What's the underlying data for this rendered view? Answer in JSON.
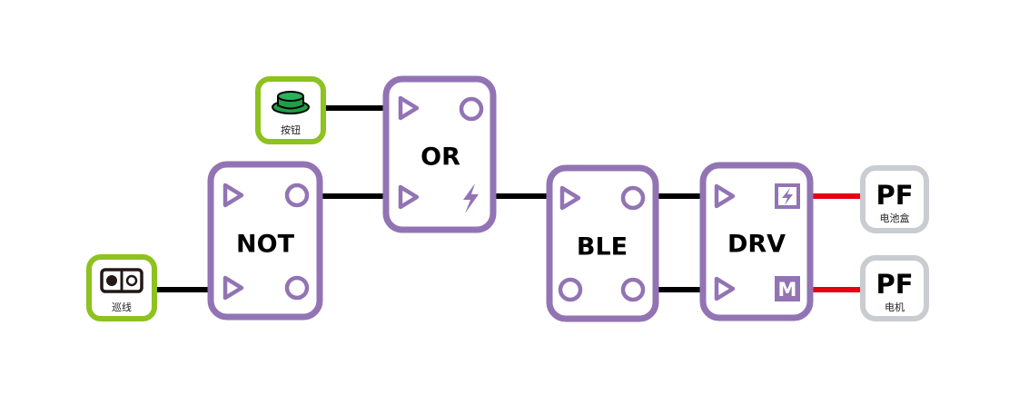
{
  "colors": {
    "block_border": "#9274b4",
    "sensor_border": "#8dc21f",
    "pf_border": "#c9ccd0",
    "wire_signal": "#000000",
    "wire_power": "#e60012",
    "button_green": "#1f9e45"
  },
  "inputs": {
    "line_sensor": {
      "label": "巡线",
      "icon": "line-tracker-icon"
    },
    "button": {
      "label": "按钮",
      "icon": "push-button-icon"
    }
  },
  "blocks": {
    "not": {
      "label": "NOT",
      "ports": [
        "input-triangle",
        "output-circle",
        "input-triangle",
        "output-circle"
      ]
    },
    "or": {
      "label": "OR",
      "ports": [
        "input-triangle",
        "output-circle",
        "input-triangle",
        "power-bolt"
      ]
    },
    "ble": {
      "label": "BLE",
      "ports": [
        "input-triangle",
        "output-circle",
        "output-circle",
        "output-circle"
      ]
    },
    "drv": {
      "label": "DRV",
      "ports": [
        "input-triangle",
        "battery-port",
        "input-triangle",
        "motor-port"
      ],
      "motor_glyph": "M"
    }
  },
  "outputs": {
    "pf_battery": {
      "title": "PF",
      "label": "电池盒"
    },
    "pf_motor": {
      "title": "PF",
      "label": "电机"
    }
  },
  "connections": [
    {
      "from": "line_sensor",
      "to": "not.in2",
      "type": "signal"
    },
    {
      "from": "button",
      "to": "or.in1",
      "type": "signal"
    },
    {
      "from": "not.out1",
      "to": "or.in2",
      "type": "signal"
    },
    {
      "from": "or.power",
      "to": "ble.in1",
      "type": "signal"
    },
    {
      "from": "ble.out1",
      "to": "drv.in1",
      "type": "signal"
    },
    {
      "from": "ble.out3",
      "to": "drv.in2",
      "type": "signal"
    },
    {
      "from": "drv.battery",
      "to": "pf_battery",
      "type": "power"
    },
    {
      "from": "drv.motor",
      "to": "pf_motor",
      "type": "power"
    }
  ]
}
